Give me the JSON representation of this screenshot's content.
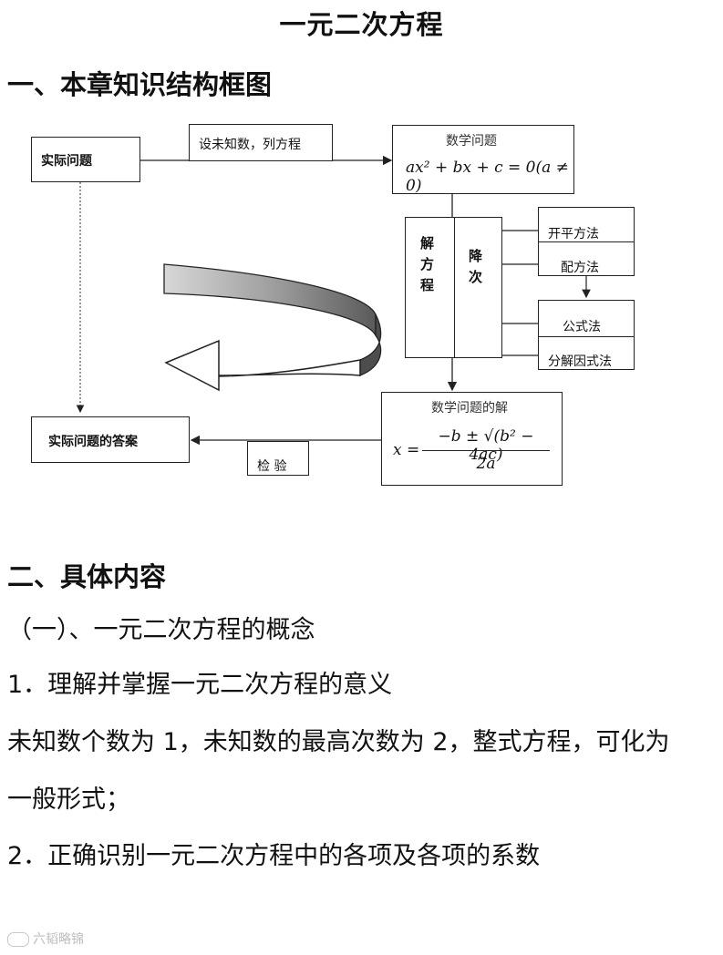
{
  "page": {
    "title": "一元二次方程",
    "section1": "一、本章知识结构框图",
    "section2": "二、具体内容"
  },
  "diagram": {
    "real_problem": "实际问题",
    "set_unknown": "设未知数，列方程",
    "math_problem_caption": "数学问题",
    "math_problem_formula": "ax² + bx + c = 0(a ≠ 0)",
    "solve": "解方程",
    "reduce": "降次",
    "methods": [
      "开平方法",
      "配方法",
      "公式法",
      "分解因式法"
    ],
    "solution_caption": "数学问题的解",
    "solution_lhs": "x =",
    "solution_numerator": "−b ± √(b² − 4ac)",
    "solution_denominator": "2a",
    "check": "检 验",
    "answer": "实际问题的答案"
  },
  "content": {
    "sub1": "（一）、一元二次方程的概念",
    "item1": "1．理解并掌握一元二次方程的意义",
    "text1_line1": "未知数个数为 1，未知数的最高次数为 2，整式方程，可化为",
    "text1_line2": "一般形式；",
    "item2": "2．正确识别一元二次方程中的各项及各项的系数"
  },
  "watermark": "六韬略锦"
}
